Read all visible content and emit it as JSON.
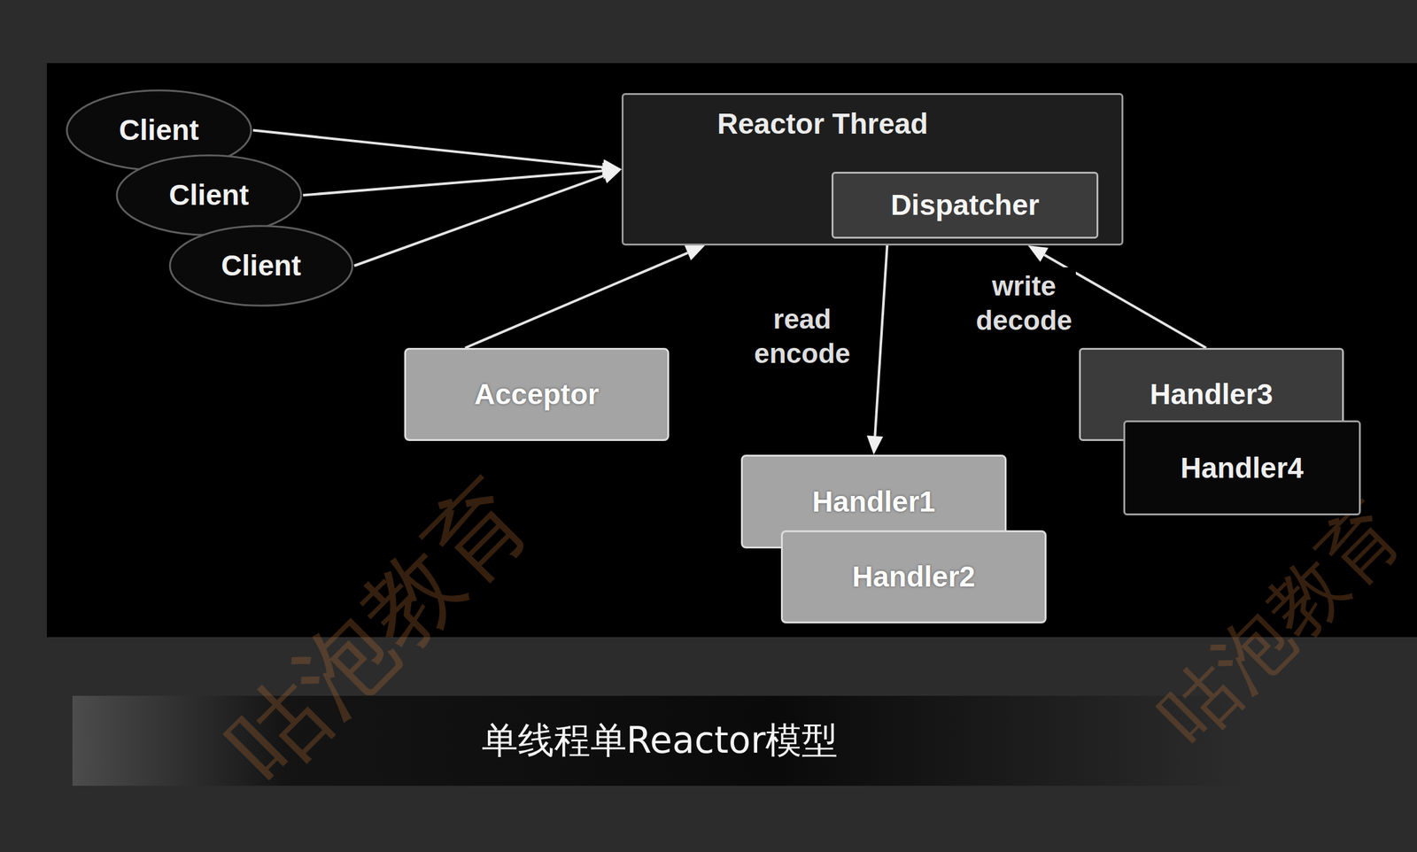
{
  "diagram": {
    "caption": "单线程单Reactor模型",
    "nodes": [
      {
        "text": [
          "Client"
        ]
      },
      {
        "text": [
          "Client"
        ]
      },
      {
        "text": [
          "Client"
        ]
      },
      {
        "text": [
          "Reactor Thread"
        ]
      },
      {
        "text": [
          "Dispatcher"
        ],
        "in": 3
      },
      {
        "text": [
          "Acceptor"
        ]
      },
      {
        "text": [
          "Handler1"
        ]
      },
      {
        "text": [
          "Handler2"
        ]
      },
      {
        "text": [
          "Handler3"
        ]
      },
      {
        "text": [
          "Handler4"
        ]
      }
    ],
    "edges": [
      {
        "from": 0,
        "to": 3,
        "arrow": "to"
      },
      {
        "from": 1,
        "to": 3,
        "arrow": "to"
      },
      {
        "from": 2,
        "to": 3,
        "arrow": "to"
      },
      {
        "from": 5,
        "to": 3,
        "arrow": "to"
      },
      {
        "from": 4,
        "to": 6,
        "label": "read encode",
        "arrow": "to"
      },
      {
        "from": 8,
        "to": 3,
        "label": "write decode",
        "arrow": "to"
      }
    ],
    "labels": [
      "咕泡教育",
      "咕泡教育"
    ]
  }
}
